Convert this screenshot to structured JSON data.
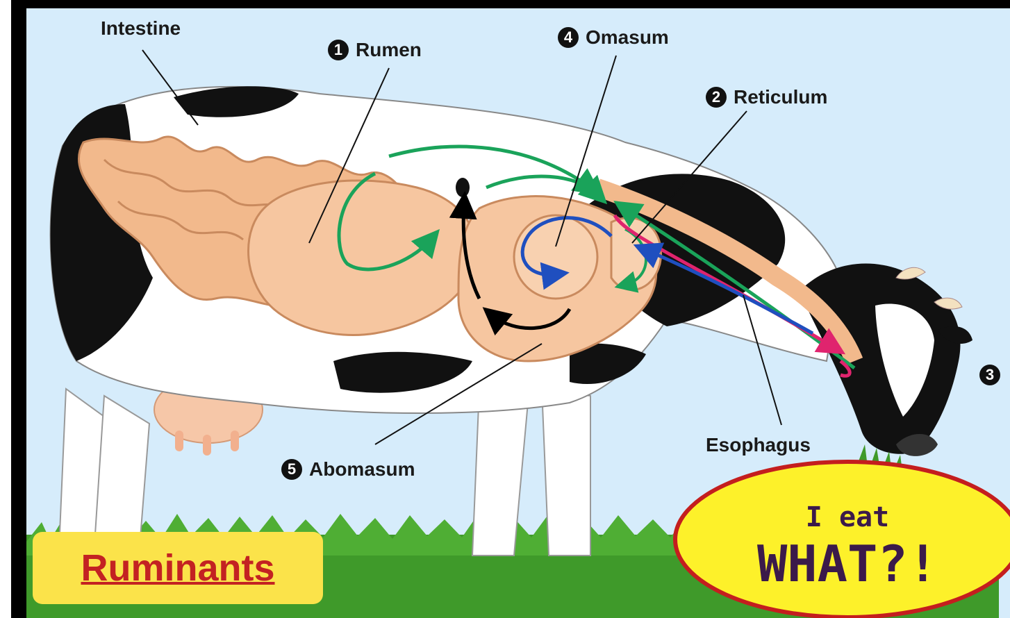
{
  "labels": {
    "intestine": "Intestine",
    "rumen": "Rumen",
    "rumen_num": "1",
    "reticulum": "Reticulum",
    "reticulum_num": "2",
    "side_num": "3",
    "omasum": "Omasum",
    "omasum_num": "4",
    "abomasum": "Abomasum",
    "abomasum_num": "5",
    "esophagus": "Esophagus"
  },
  "title_box": {
    "text": "Ruminants"
  },
  "speech_bubble": {
    "line1": "I eat",
    "line2": "WHAT?!"
  },
  "colors": {
    "sky": "#d6ecfb",
    "grass": "#3f9a2a",
    "organ": "#f2b98c",
    "arrow_green": "#1aa35a",
    "arrow_blue": "#1f4fbf",
    "arrow_pink": "#e0246e",
    "title_box": "#fbe34a",
    "title_text": "#c32222",
    "bubble_fill": "#fdf12a",
    "bubble_outline": "#c41e1e"
  }
}
